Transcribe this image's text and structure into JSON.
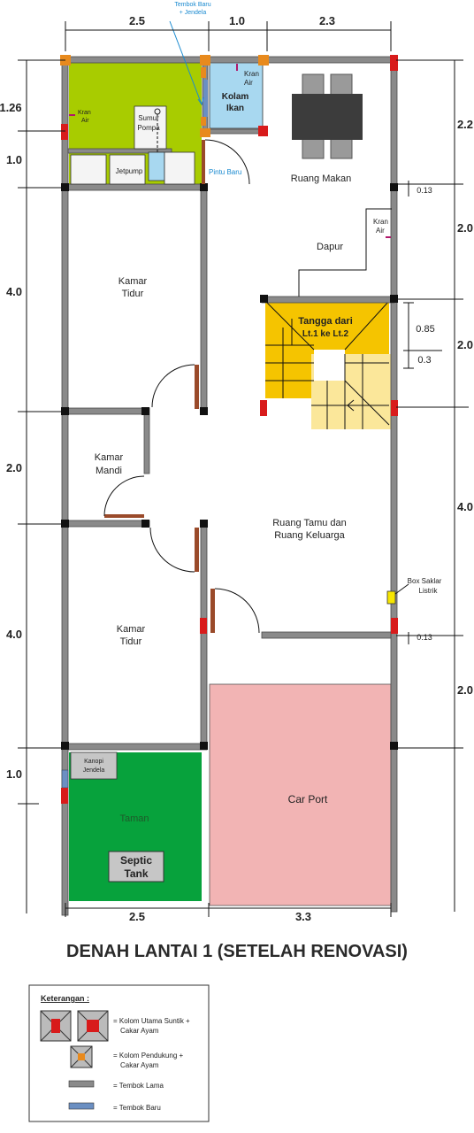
{
  "title": "DENAH LANTAI 1 (SETELAH RENOVASI)",
  "dimensions": {
    "top": [
      "2.5",
      "1.0",
      "2.3"
    ],
    "bottom": [
      "2.5",
      "3.3"
    ],
    "left": [
      "1.26",
      "1.0",
      "4.0",
      "2.0",
      "4.0",
      "1.0"
    ],
    "right": [
      "2.2",
      "2.0",
      "2.0",
      "4.0",
      "2.0"
    ],
    "inner": [
      "0.13",
      "0.85",
      "0.3",
      "0.13"
    ]
  },
  "annotations": {
    "tembok_baru_jendela": [
      "Tembok Baru",
      "+ Jendela"
    ],
    "pintu_baru": "Pintu Baru",
    "kran_air": [
      "Kran",
      "Air"
    ],
    "box_saklar": [
      "Box Saklar",
      "Listrik"
    ]
  },
  "rooms": {
    "kolam_ikan": [
      "Kolam",
      "Ikan"
    ],
    "sumur_pompa": [
      "Sumur",
      "Pompa"
    ],
    "jetpump": "Jetpump",
    "ruang_makan": "Ruang Makan",
    "dapur": "Dapur",
    "kamar_tidur_1": [
      "Kamar",
      "Tidur"
    ],
    "tangga": [
      "Tangga dari",
      "Lt.1 ke Lt.2"
    ],
    "kamar_mandi": [
      "Kamar",
      "Mandi"
    ],
    "ruang_tamu": [
      "Ruang Tamu dan",
      "Ruang Keluarga"
    ],
    "kamar_tidur_2": [
      "Kamar",
      "Tidur"
    ],
    "kanopi_jendela": [
      "Kanopi",
      "Jendela"
    ],
    "taman": "Taman",
    "septic_tank": [
      "Septic",
      "Tank"
    ],
    "car_port": "Car Port"
  },
  "legend": {
    "title": "Keterangan :",
    "items": [
      [
        "= Kolom Utama Suntik +",
        "Cakar Ayam"
      ],
      [
        "= Kolom Pendukung +",
        "Cakar Ayam"
      ],
      [
        "= Tembok Lama"
      ],
      [
        "= Tembok Baru"
      ]
    ]
  },
  "colors": {
    "service_yard": "#a8cc00",
    "pond": "#a8d8f0",
    "stairs_lower": "#f5c400",
    "stairs_upper": "#fbe79a",
    "garden": "#07a23c",
    "carport": "#f2b4b4",
    "old_wall": "#8a8a8a",
    "new_wall": "#6b8fc2",
    "main_column": "#d81b1b",
    "support_column": "#e88a1d"
  }
}
